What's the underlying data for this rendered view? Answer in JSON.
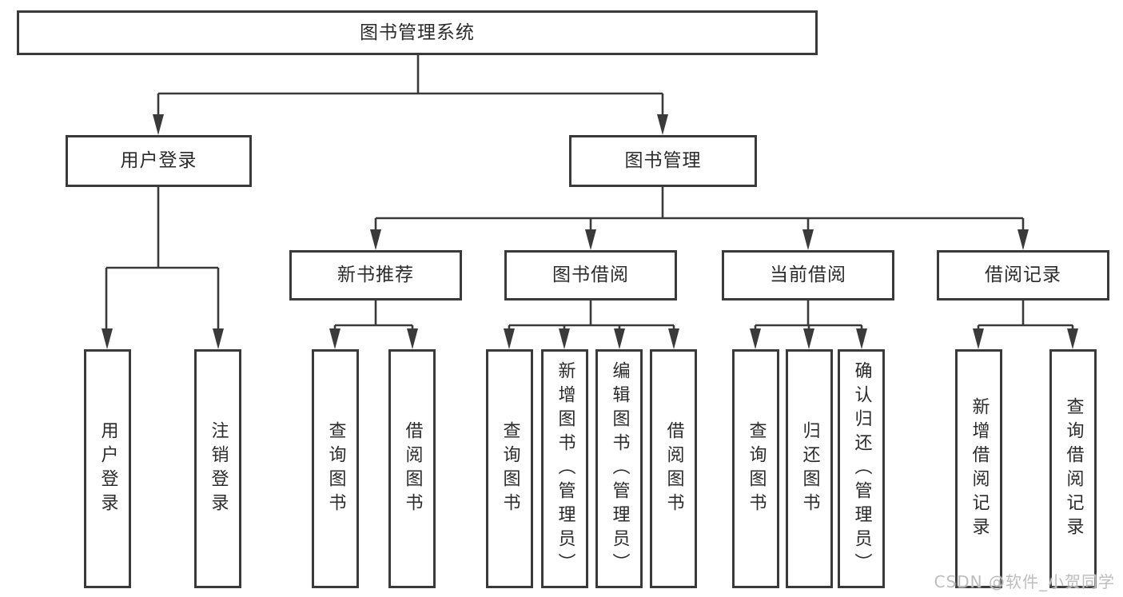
{
  "diagram": {
    "title": "图书管理系统",
    "level2": {
      "user_login": "用户登录",
      "book_management": "图书管理"
    },
    "level3": {
      "new_book_recommend": "新书推荐",
      "book_borrow": "图书借阅",
      "current_borrow": "当前借阅",
      "borrow_record": "借阅记录"
    },
    "leaves": {
      "user_login": "用户登录",
      "logout": "注销登录",
      "recommend_query_book": "查询图书",
      "recommend_borrow_book": "借阅图书",
      "borrow_query_book": "查询图书",
      "borrow_add_book": "新增图书（管理员）",
      "borrow_edit_book": "编辑图书（管理员）",
      "borrow_borrow_book": "借阅图书",
      "current_query_book": "查询图书",
      "current_return_book": "归还图书",
      "current_confirm_return": "确认归还（管理员）",
      "record_add": "新增借阅记录",
      "record_query": "查询借阅记录"
    }
  },
  "watermark": "CSDN @软件_小贺同学",
  "colors": {
    "line": "#3a3a3a",
    "text": "#2b2b2b",
    "watermark": "#bdbdbd",
    "background": "#ffffff"
  }
}
